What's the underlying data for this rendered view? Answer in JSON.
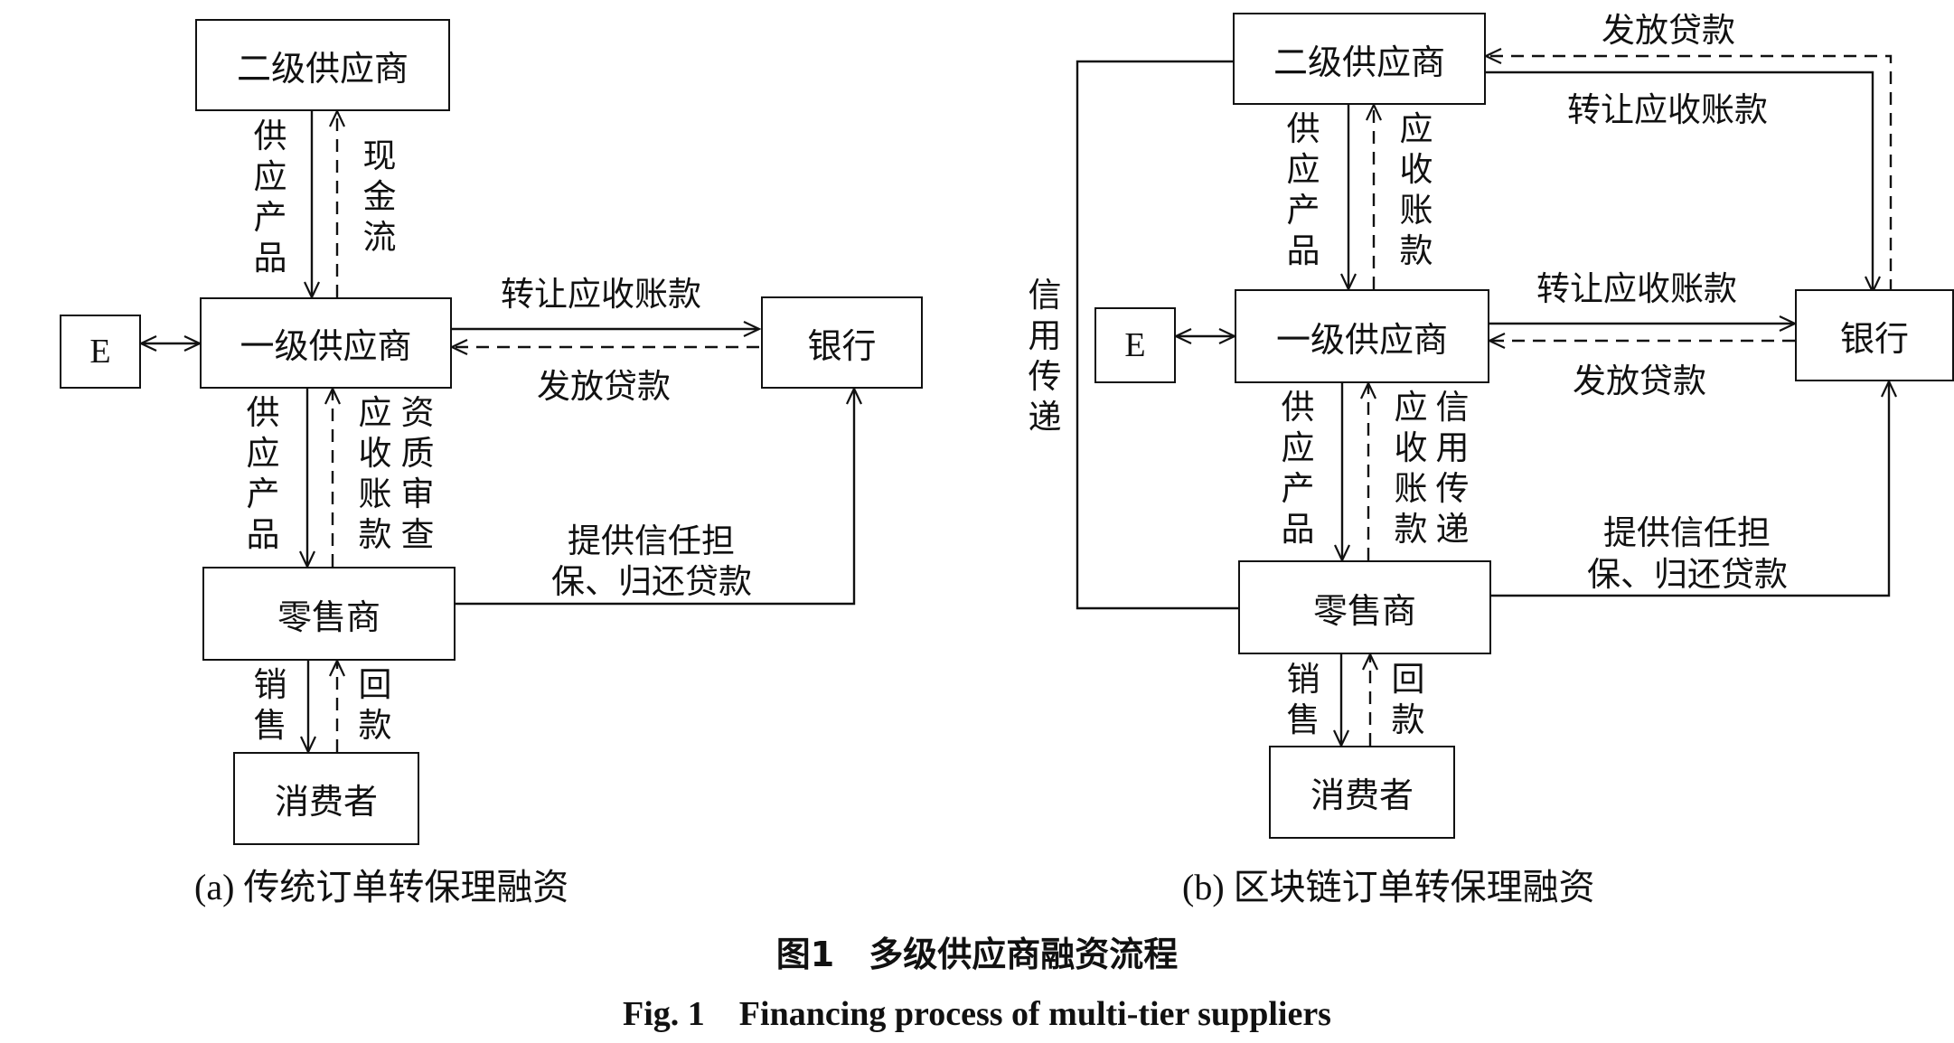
{
  "panel_a": {
    "caption": "(a) 传统订单转保理融资",
    "nodes": {
      "secondary_supplier": "二级供应商",
      "primary_supplier": "一级供应商",
      "e": "E",
      "bank": "银行",
      "retailer": "零售商",
      "consumer": "消费者"
    },
    "labels": {
      "supply_products_top": "供应产品",
      "cash_flow": "现金流",
      "transfer_receivables": "转让应收账款",
      "issue_loan": "发放贷款",
      "supply_products_mid": "供应产品",
      "accounts_receivable": "应收账款",
      "qualification_review": "资质审查",
      "guarantee_line1": "提供信任担",
      "guarantee_line2": "保、归还贷款",
      "sales": "销售",
      "payment": "回款"
    }
  },
  "panel_b": {
    "caption": "(b) 区块链订单转保理融资",
    "nodes": {
      "secondary_supplier": "二级供应商",
      "primary_supplier": "一级供应商",
      "e": "E",
      "bank": "银行",
      "retailer": "零售商",
      "consumer": "消费者"
    },
    "labels": {
      "issue_loan_top": "发放贷款",
      "transfer_receivables_top": "转让应收账款",
      "supply_products_top": "供应产品",
      "accounts_receivable_top": "应收账款",
      "credit_transfer_left": "信用传递",
      "transfer_receivables_mid": "转让应收账款",
      "issue_loan_mid": "发放贷款",
      "supply_products_mid": "供应产品",
      "accounts_receivable_mid": "应收账款",
      "credit_transfer_mid": "信用传递",
      "guarantee_line1": "提供信任担",
      "guarantee_line2": "保、归还贷款",
      "sales": "销售",
      "payment": "回款"
    }
  },
  "figure": {
    "title_cn": "图1　多级供应商融资流程",
    "title_en": "Fig. 1　Financing process of multi-tier suppliers"
  }
}
